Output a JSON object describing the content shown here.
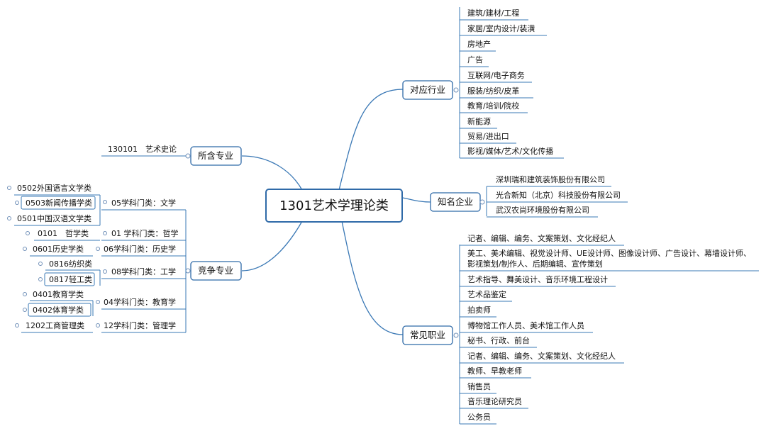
{
  "center": {
    "label": "1301艺术学理论类"
  },
  "industries": {
    "label": "对应行业",
    "items": [
      "建筑/建材/工程",
      "家居/室内设计/装潢",
      "房地产",
      "广告",
      "互联网/电子商务",
      "服装/纺织/皮革",
      "教育/培训/院校",
      "新能源",
      "贸易/进出口",
      "影视/媒体/艺术/文化传播"
    ]
  },
  "companies": {
    "label": "知名企业",
    "items": [
      "深圳瑞和建筑装饰股份有限公司",
      "光合新知（北京）科技股份有限公司",
      "武汉农尚环境股份有限公司"
    ]
  },
  "careers": {
    "label": "常见职业",
    "items": [
      "记者、编辑、编务、文案策划、文化经纪人",
      [
        "美工、美术编辑、视觉设计师、UE设计师、图像设计师、广告设计、幕墙设计师、",
        "影视策划/制作人、后期编辑、宣传策划"
      ],
      "艺术指导、舞美设计、音乐环境工程设计",
      "艺术品鉴定",
      "拍卖师",
      "博物馆工作人员、美术馆工作人员",
      "秘书、行政、前台",
      "记者、编辑、编务、文案策划、文化经纪人",
      "教师、早教老师",
      "销售员",
      "音乐理论研究员",
      "公务员"
    ]
  },
  "included": {
    "label": "所含专业",
    "items": [
      "130101　艺术史论"
    ]
  },
  "competing": {
    "label": "竞争专业",
    "groups": [
      {
        "label": "05学科门类：文学",
        "items": [
          "0502外国语言文学类",
          "0503新闻传播学类",
          "0501中国汉语文学类"
        ]
      },
      {
        "label": "01 学科门类：哲学",
        "items": [
          "0101　哲学类"
        ]
      },
      {
        "label": "06学科门类：历史学",
        "items": [
          "0601历史学类"
        ]
      },
      {
        "label": "08学科门类：工学",
        "items": [
          "0816纺织类",
          "0817轻工类"
        ]
      },
      {
        "label": "04学科门类：教育学",
        "items": [
          "0401教育学类",
          "0402体育学类"
        ]
      },
      {
        "label": "12学科门类：管理学",
        "items": [
          "1202工商管理类"
        ]
      }
    ]
  }
}
